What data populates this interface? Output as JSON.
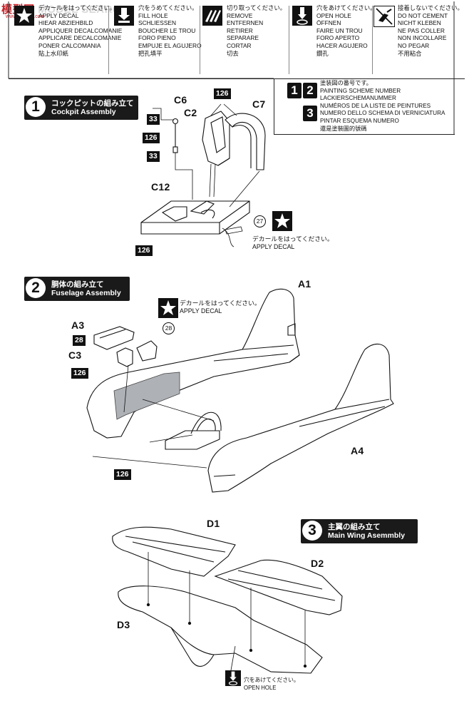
{
  "watermark": {
    "brand": "模型网",
    "brand_en": "MODEL SEARCH",
    "url": "www.cmodel.com"
  },
  "legend": [
    {
      "icon": "star-decal-icon",
      "text": "デカールをはってください。\nAPPLY DECAL\nHIEAR ABZIEHBILD\nAPPLIQUER DECALCOMANIE\nAPPLICARE DECALCOMANIE\nPONER CALCOMANIA\n貼上水印紙"
    },
    {
      "icon": "fill-hole-icon",
      "text": "穴をうめてください。\nFILL HOLE\nSCHLIESSEN\nBOUCHER LE TROU\nFORO PIENO\nEMPUJE EL AGUJERO\n把孔填平"
    },
    {
      "icon": "remove-icon",
      "text": "切り取ってください。\nREMOVE\nENTFERNEN\nRETIRER\nSEPARARE\nCORTAR\n切去"
    },
    {
      "icon": "open-hole-icon",
      "text": "穴をあけてください。\nOPEN HOLE\nÖFFNEN\nFAIRE UN TROU\nFORO APERTO\nHACER AGUJERO\n鑽孔"
    },
    {
      "icon": "no-cement-icon",
      "text": "接着しないでください。\nDO NOT CEMENT\nNICHT KLEBEN\nNE PAS COLLER\nNON INCOLLARE\nNO PEGAR\n不用粘合"
    }
  ],
  "scheme": {
    "numbers": [
      "1",
      "2",
      "3"
    ],
    "text": "塗装図の番号です。\nPAINTING SCHEME NUMBER\nLACKIERSCHEMANUMMER\nNUMÉROS DE LA LISTE DE PEINTURES\nNUMERO DELLO SCHEMA DI VERNICIATURA\nPINTAR ESQUEMA NUMERO\n還是塗裝圖的號碼"
  },
  "steps": [
    {
      "num": "1",
      "jp": "コックピットの組み立て",
      "en": "Cockpit Assembly"
    },
    {
      "num": "2",
      "jp": "胴体の組み立て",
      "en": "Fuselage Assembly"
    },
    {
      "num": "3",
      "jp": "主翼の組み立て",
      "en": "Main Wing Asemmbly"
    }
  ],
  "labels": {
    "c6": "C6",
    "c2": "C2",
    "c7": "C7",
    "c12": "C12",
    "a1": "A1",
    "a3": "A3",
    "c3": "C3",
    "a4": "A4",
    "d1": "D1",
    "d2": "D2",
    "d3": "D3"
  },
  "paint": {
    "p126": "126",
    "p33": "33",
    "p28": "28"
  },
  "decals": {
    "d27": "27",
    "d28": "28"
  },
  "notes": {
    "apply_decal_1": "デカールをはってください。\nAPPLY DECAL",
    "apply_decal_2": "デカールをはってください。\nAPPLY DECAL",
    "open_hole": "穴をあけてください。\nOPEN HOLE"
  }
}
